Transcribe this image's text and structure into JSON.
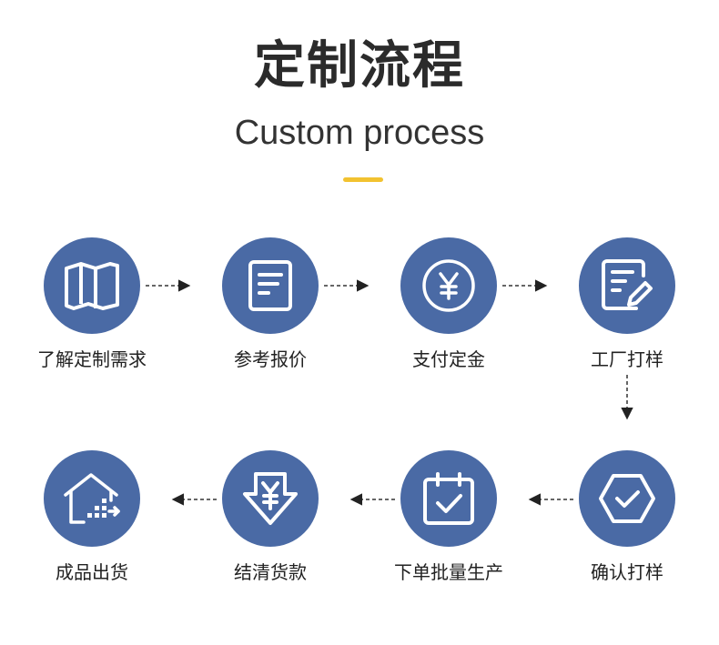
{
  "header": {
    "title_cn": "定制流程",
    "title_en": "Custom process",
    "accent_color": "#f2c230"
  },
  "theme": {
    "circle_color": "#4a6aa5"
  },
  "steps": [
    {
      "label": "了解定制需求",
      "icon": "map-icon"
    },
    {
      "label": "参考报价",
      "icon": "document-icon"
    },
    {
      "label": "支付定金",
      "icon": "yen-coin-icon"
    },
    {
      "label": "工厂打样",
      "icon": "notepad-pen-icon"
    },
    {
      "label": "确认打样",
      "icon": "hexagon-check-icon"
    },
    {
      "label": "下单批量生产",
      "icon": "calendar-check-icon"
    },
    {
      "label": "结清货款",
      "icon": "yen-arrow-down-icon"
    },
    {
      "label": "成品出货",
      "icon": "warehouse-icon"
    }
  ]
}
